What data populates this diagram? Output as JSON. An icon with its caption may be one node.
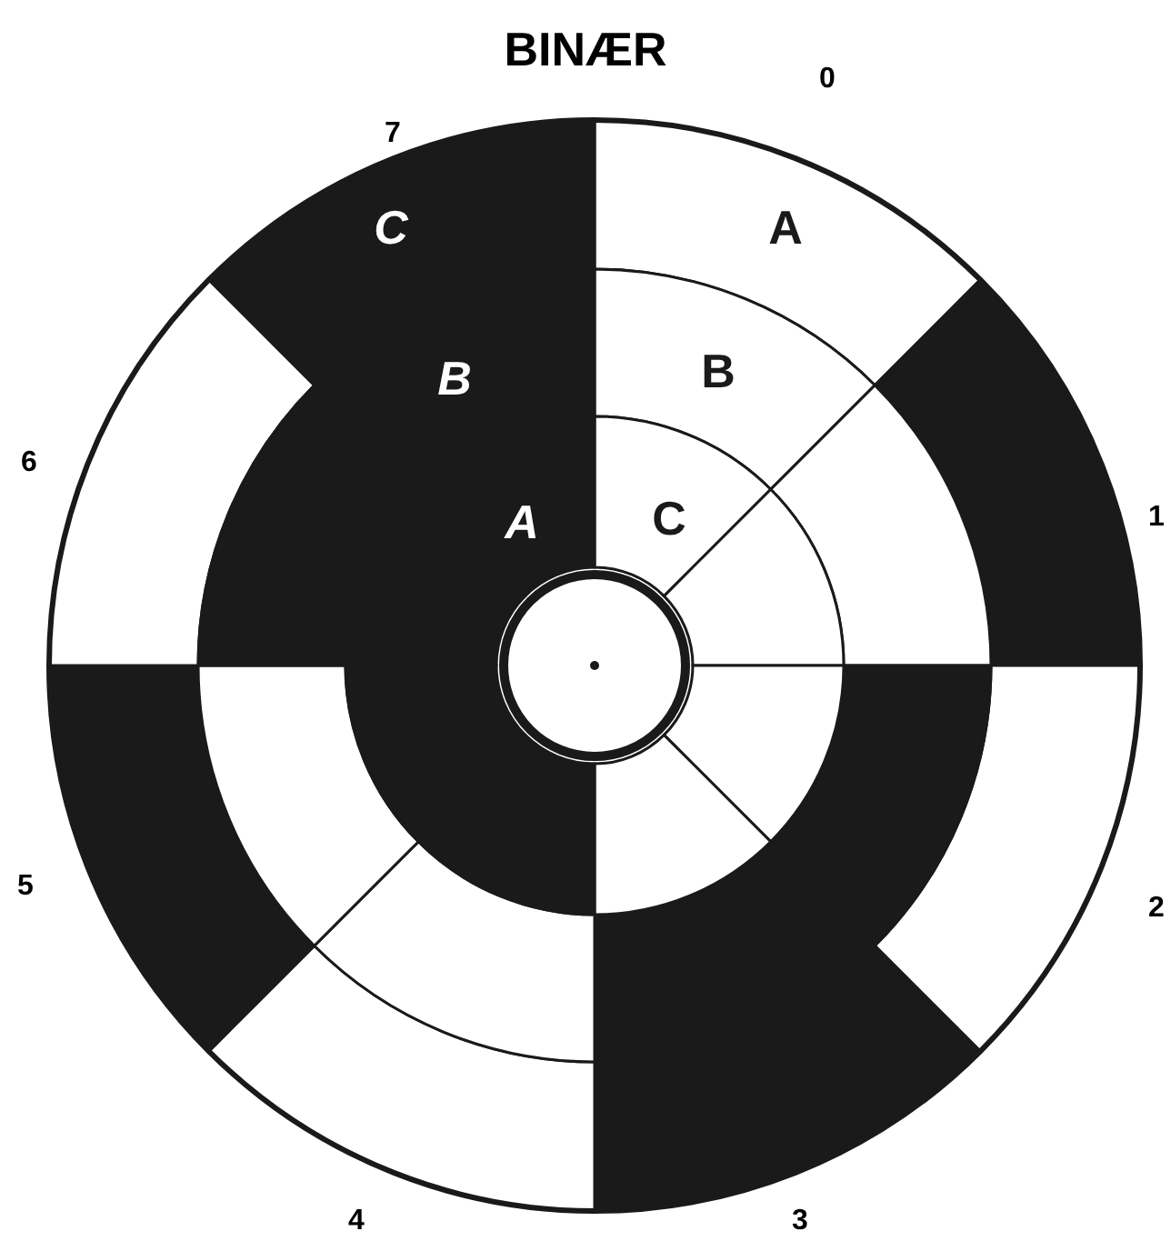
{
  "diagram": {
    "title": "BINÆR",
    "labels": [
      "0",
      "7",
      "C",
      "A",
      "B",
      "B",
      "6",
      "A",
      "C",
      "1",
      "5",
      "2",
      "4",
      "3"
    ]
  }
}
